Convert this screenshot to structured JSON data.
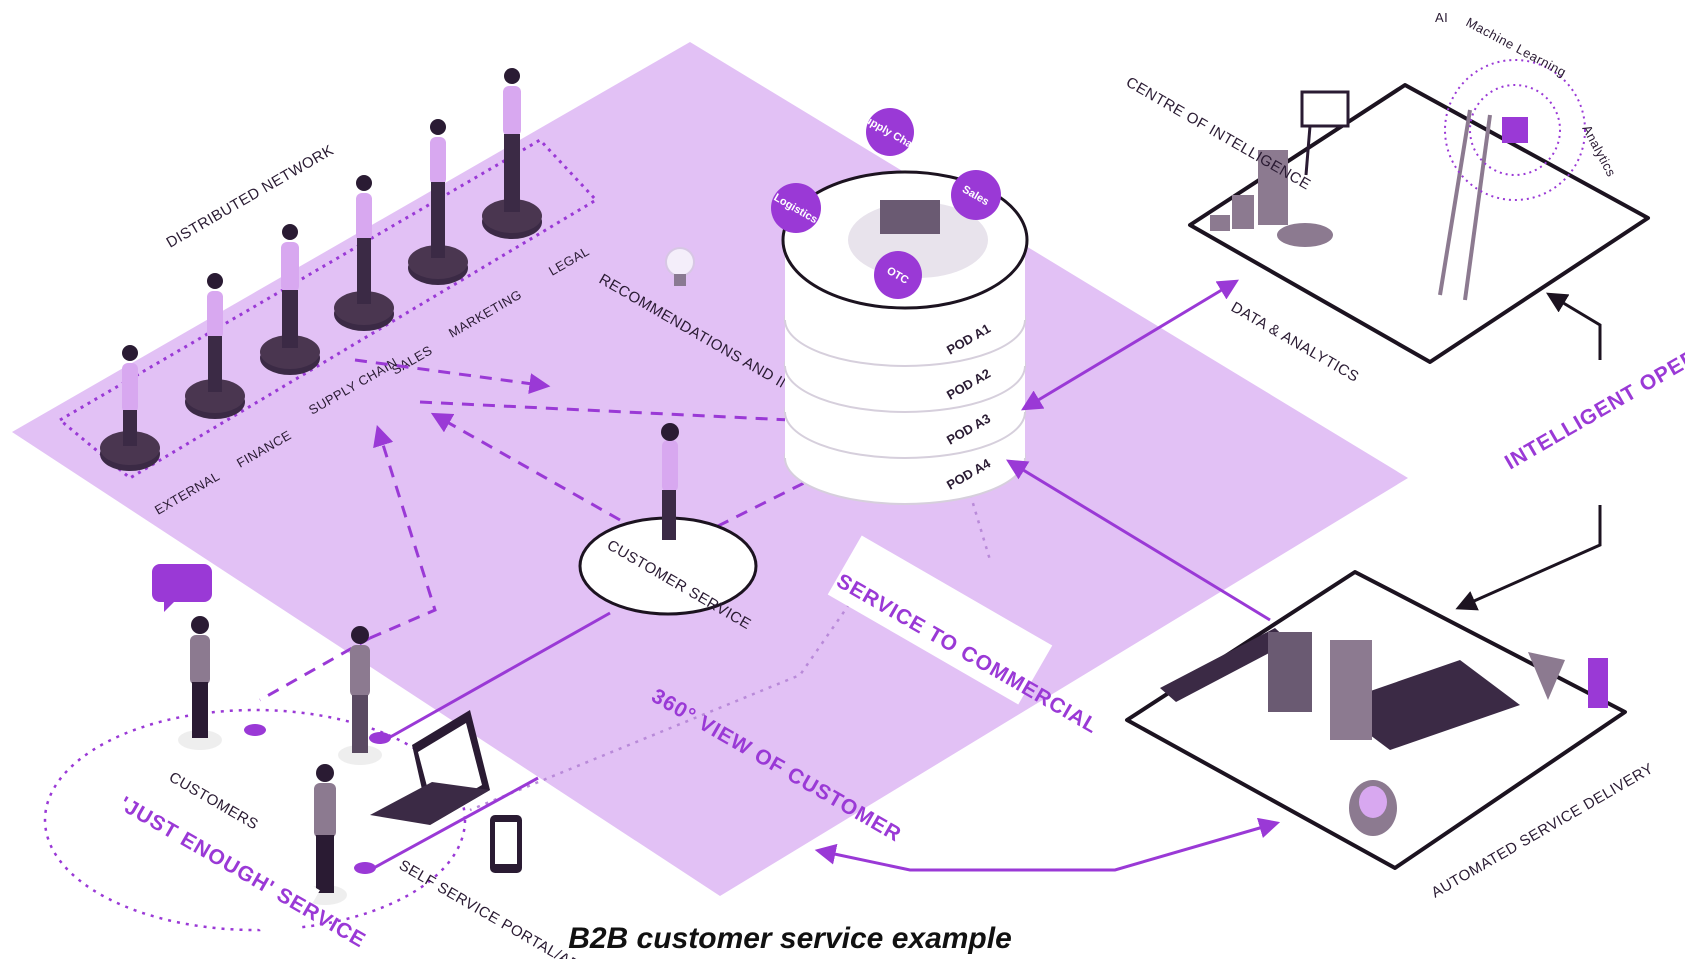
{
  "caption": "B2B customer service example",
  "network": {
    "title": "DISTRIBUTED NETWORK",
    "roles": [
      "EXTERNAL",
      "FINANCE",
      "SUPPLY CHAIN",
      "SALES",
      "MARKETING",
      "LEGAL"
    ]
  },
  "recommendations": "RECOMMENDATIONS AND INSIGHTS",
  "pods": {
    "levels": [
      "POD A1",
      "POD A2",
      "POD A3",
      "POD A4"
    ],
    "bubbles": [
      "Supply Chain",
      "Logistics",
      "Sales",
      "OTC"
    ]
  },
  "customer_service": "CUSTOMER SERVICE",
  "service_to_commercial": "SERVICE TO COMMERCIAL",
  "view_360": "360° VIEW OF CUSTOMER",
  "customers": "CUSTOMERS",
  "just_enough": "'JUST ENOUGH' SERVICE",
  "self_service": "SELF SERVICE PORTAL/APPS",
  "centre": "CENTRE OF INTELLIGENCE",
  "data_analytics": "DATA & ANALYTICS",
  "ai_labels": [
    "AI",
    "Machine Learning",
    "Analytics"
  ],
  "intelligent_ops": "INTELLIGENT OPERATIONS",
  "automated": "AUTOMATED SERVICE DELIVERY",
  "colors": {
    "plane": "#e2c1f5",
    "accent": "#9a39d6",
    "dark": "#3b2a45",
    "dark_disc": "#4a3650"
  }
}
